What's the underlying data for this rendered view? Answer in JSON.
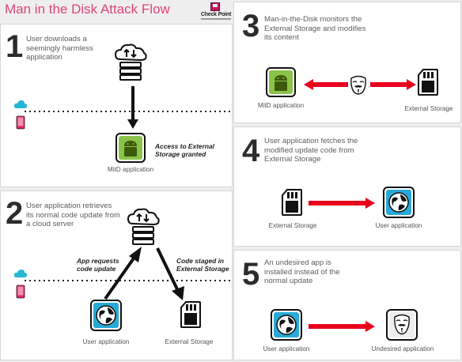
{
  "title": "Man in the Disk Attack Flow",
  "logo": {
    "brand": "Check Point"
  },
  "steps": [
    {
      "number": "1",
      "text": "User downloads a seemingly harmless application"
    },
    {
      "number": "2",
      "text": "User application retrieves its normal code update from a cloud server"
    },
    {
      "number": "3",
      "text": "Man-in-the-Disk monitors the External Storage and modifies its content"
    },
    {
      "number": "4",
      "text": "User application fetches the modified update code from External Storage"
    },
    {
      "number": "5",
      "text": "An undesired app is installed instead of the normal update"
    }
  ],
  "labels": {
    "step1_app": "MitD application",
    "step1_note": "Access to External Storage granted",
    "step2_note_left": "App requests code update",
    "step2_note_right": "Code staged in External Storage",
    "step2_user_app": "User application",
    "step2_storage": "External Storage",
    "step3_app": "MitD application",
    "step3_storage": "External Storage",
    "step4_storage": "External Storage",
    "step4_user_app": "User application",
    "step5_user_app": "User application",
    "step5_undesired": "Undesired application"
  },
  "colors": {
    "title": "#e0457b",
    "arrow_red": "#e8001c",
    "android_green": "#a4c639",
    "device_pink": "#e91e63",
    "cloud_cyan": "#29b6d6"
  },
  "icons": [
    "cloud-server-icon",
    "android-app-icon",
    "globe-app-icon",
    "sd-card-icon",
    "guy-fawkes-mask-icon",
    "phone-icon",
    "small-cloud-icon"
  ]
}
